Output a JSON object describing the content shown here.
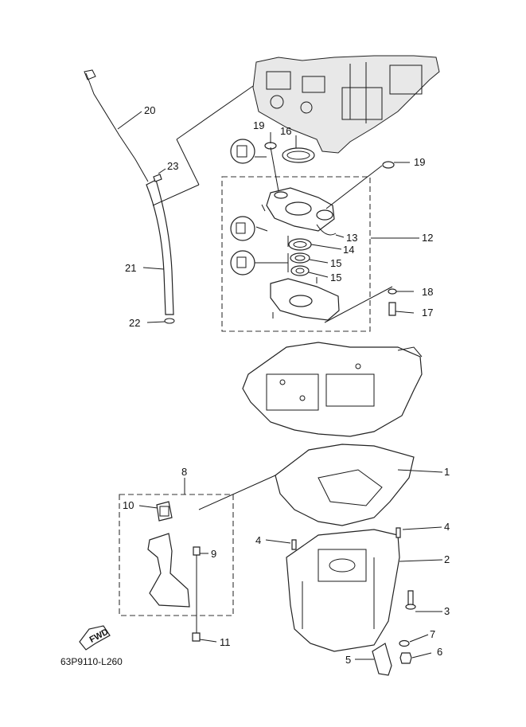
{
  "diagram": {
    "figure_code": "63P9110-L260",
    "fwd_label": "FWD",
    "callouts": [
      "1",
      "2",
      "3",
      "4",
      "4",
      "5",
      "6",
      "7",
      "8",
      "9",
      "10",
      "11",
      "12",
      "13",
      "14",
      "15",
      "15",
      "16",
      "17",
      "18",
      "19",
      "19",
      "20",
      "21",
      "22",
      "23"
    ]
  }
}
